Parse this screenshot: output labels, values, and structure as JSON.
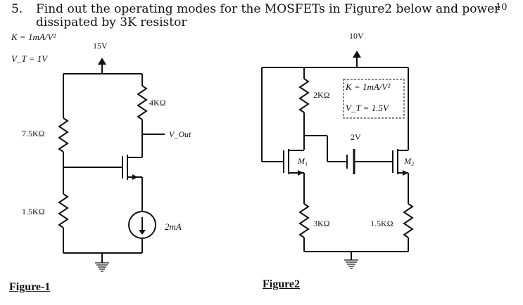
{
  "question": {
    "number": "5.",
    "line1": "Find out the operating modes for the MOSFETs in Figure2 below and power",
    "line2": "dissipated by 3K resistor",
    "page_number": "10"
  },
  "figure1": {
    "caption": "Figure-1",
    "k_param": "K = 1mA/V²",
    "vt_param": "V_T = 1V",
    "supply": "15V",
    "r_drain": "4KΩ",
    "r_top": "7.5KΩ",
    "r_bottom": "1.5KΩ",
    "output_label": "V_Out",
    "current_source": "2mA"
  },
  "figure2": {
    "caption": "Figure2",
    "supply": "10V",
    "k_param": "K = 1mA/V²",
    "vt_param": "V_T = 1.5V",
    "r_drain": "2KΩ",
    "battery": "2V",
    "m1": "M₁",
    "m2": "M₂",
    "r_source_m1": "3KΩ",
    "r_source_m2": "1.5KΩ"
  }
}
